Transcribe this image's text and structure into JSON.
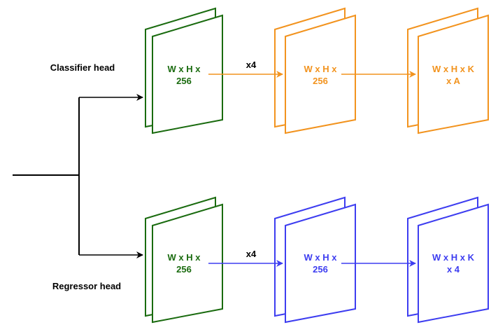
{
  "labels": {
    "classifier_head": "Classifier head",
    "regressor_head": "Regressor head",
    "repeat_top": "x4",
    "repeat_bottom": "x4"
  },
  "blocks": {
    "top_input": {
      "line1": "W x H x",
      "line2": "256",
      "color": "#1a6b0f"
    },
    "top_mid": {
      "line1": "W x H x",
      "line2": "256",
      "color": "#f2931e"
    },
    "top_out": {
      "line1": "W x H x K",
      "line2": "x A",
      "color": "#f2931e"
    },
    "bottom_input": {
      "line1": "W x H x",
      "line2": "256",
      "color": "#1a6b0f"
    },
    "bottom_mid": {
      "line1": "W x H x",
      "line2": "256",
      "color": "#3d3df0"
    },
    "bottom_out": {
      "line1": "W x H x K",
      "line2": "x 4",
      "color": "#3d3df0"
    }
  },
  "colors": {
    "green": "#1a6b0f",
    "orange": "#f2931e",
    "blue": "#3d3df0",
    "black": "#000000"
  }
}
